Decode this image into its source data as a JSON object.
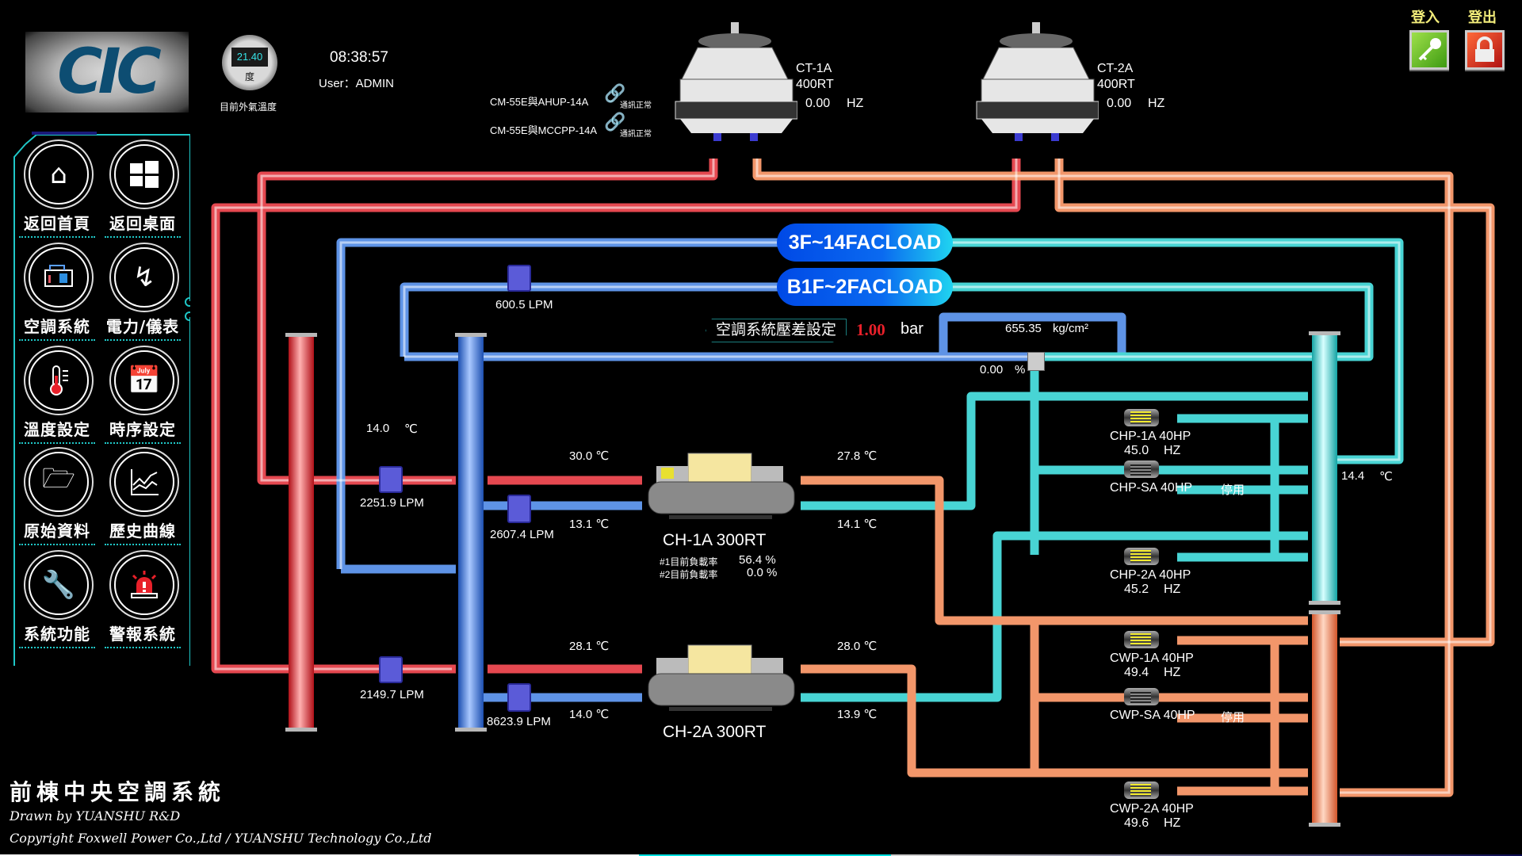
{
  "header": {
    "logo_text": "CIC",
    "outdoor_temp_value": "21.40",
    "outdoor_temp_unit": "度",
    "outdoor_temp_label": "目前外氣溫度",
    "clock": "08:38:57",
    "user_label": "User：ADMIN",
    "login_label": "登入",
    "logout_label": "登出"
  },
  "comms": [
    {
      "name": "CM-55E與AHUP-14A",
      "status": "通訊正常"
    },
    {
      "name": "CM-55E與MCCPP-14A",
      "status": "通訊正常"
    }
  ],
  "sidebar": {
    "items": [
      {
        "label": "返回首頁",
        "icon": "home-icon"
      },
      {
        "label": "返回桌面",
        "icon": "windows-icon"
      },
      {
        "label": "空調系統",
        "icon": "chiller-icon"
      },
      {
        "label": "電力/儀表",
        "icon": "lightning-icon"
      },
      {
        "label": "溫度設定",
        "icon": "thermometer-icon"
      },
      {
        "label": "時序設定",
        "icon": "calendar-icon"
      },
      {
        "label": "原始資料",
        "icon": "folder-download-icon"
      },
      {
        "label": "歷史曲線",
        "icon": "line-chart-icon"
      },
      {
        "label": "系統功能",
        "icon": "tools-icon"
      },
      {
        "label": "警報系統",
        "icon": "alarm-siren-icon"
      }
    ]
  },
  "cooling_towers": [
    {
      "name": "CT-1A",
      "capacity": "400RT",
      "freq": "0.00",
      "freq_unit": "HZ"
    },
    {
      "name": "CT-2A",
      "capacity": "400RT",
      "freq": "0.00",
      "freq_unit": "HZ"
    }
  ],
  "loads": {
    "upper": "3F~14FACLOAD",
    "lower": "B1F~2FACLOAD",
    "lower_flow": "600.5 LPM"
  },
  "pressure": {
    "label": "空調系統壓差設定",
    "setpoint": "1.00",
    "setpoint_unit": "bar",
    "reading": "655.35",
    "reading_unit": "kg/cm²",
    "bypass_valve": "0.00",
    "bypass_unit": "%"
  },
  "header_temps": {
    "chw_supply_left": "14.0",
    "chw_return_right": "14.4",
    "unit": "℃"
  },
  "chillers": [
    {
      "name": "CH-1A 300RT",
      "cw_in_temp": "30.0 ℃",
      "chw_out_temp": "13.1 ℃",
      "cw_out_temp": "27.8 ℃",
      "chw_in_temp": "14.1 ℃",
      "cw_flow": "2251.9 LPM",
      "chw_flow": "2607.4 LPM",
      "load1_label": "#1目前負載率",
      "load1": "56.4 %",
      "load2_label": "#2目前負載率",
      "load2": "0.0 %"
    },
    {
      "name": "CH-2A 300RT",
      "cw_in_temp": "28.1 ℃",
      "chw_out_temp": "14.0 ℃",
      "cw_out_temp": "28.0 ℃",
      "chw_in_temp": "13.9 ℃",
      "cw_flow": "2149.7 LPM",
      "chw_flow": "8623.9 LPM"
    }
  ],
  "pumps": [
    {
      "name": "CHP-1A 40HP",
      "freq": "45.0",
      "unit": "HZ",
      "status": "",
      "running": true,
      "loop": "chw"
    },
    {
      "name": "CHP-SA 40HP",
      "freq": "",
      "unit": "",
      "status": "停用",
      "running": false,
      "loop": "chw"
    },
    {
      "name": "CHP-2A 40HP",
      "freq": "45.2",
      "unit": "HZ",
      "status": "",
      "running": true,
      "loop": "chw"
    },
    {
      "name": "CWP-1A 40HP",
      "freq": "49.4",
      "unit": "HZ",
      "status": "",
      "running": true,
      "loop": "cw"
    },
    {
      "name": "CWP-SA 40HP",
      "freq": "",
      "unit": "",
      "status": "停用",
      "running": false,
      "loop": "cw"
    },
    {
      "name": "CWP-2A 40HP",
      "freq": "49.6",
      "unit": "HZ",
      "status": "",
      "running": true,
      "loop": "cw"
    }
  ],
  "footer": {
    "title": "前棟中央空調系統",
    "drawn_by": "Drawn by  YUANSHU R&D",
    "copyright": "Copyright  Foxwell Power Co.,Ltd / YUANSHU  Technology Co.,Ltd"
  },
  "colors": {
    "chilled_water_supply": "#5b8fe0",
    "chilled_water_return": "#3fd8d8",
    "condenser_supply": "#ec3b45",
    "condenser_return": "#f28a5c",
    "accent_cyan": "#1fc7c7",
    "alarm_red": "#e8202a",
    "setpoint_red": "#e8202a"
  }
}
